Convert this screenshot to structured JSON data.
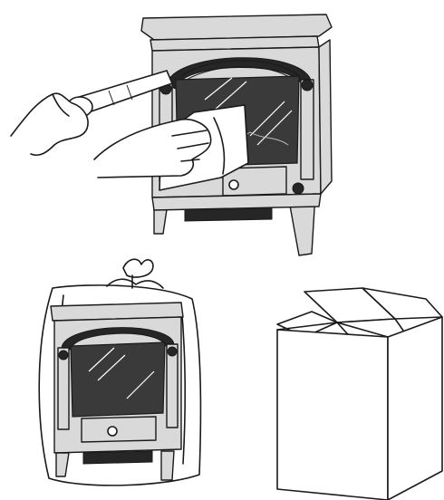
{
  "illustration": {
    "panels": [
      {
        "id": "cleaning"
      },
      {
        "id": "bagging"
      },
      {
        "id": "boxing"
      }
    ],
    "icons": [
      "fireplace-heater-icon",
      "duster-brush-icon",
      "cloth-icon",
      "plastic-bag-icon",
      "cardboard-box-icon"
    ],
    "colors": {
      "line": "#1a1a1a",
      "body": "#d9d9d9",
      "glass": "#3a3a3a",
      "background": "#ffffff"
    }
  }
}
